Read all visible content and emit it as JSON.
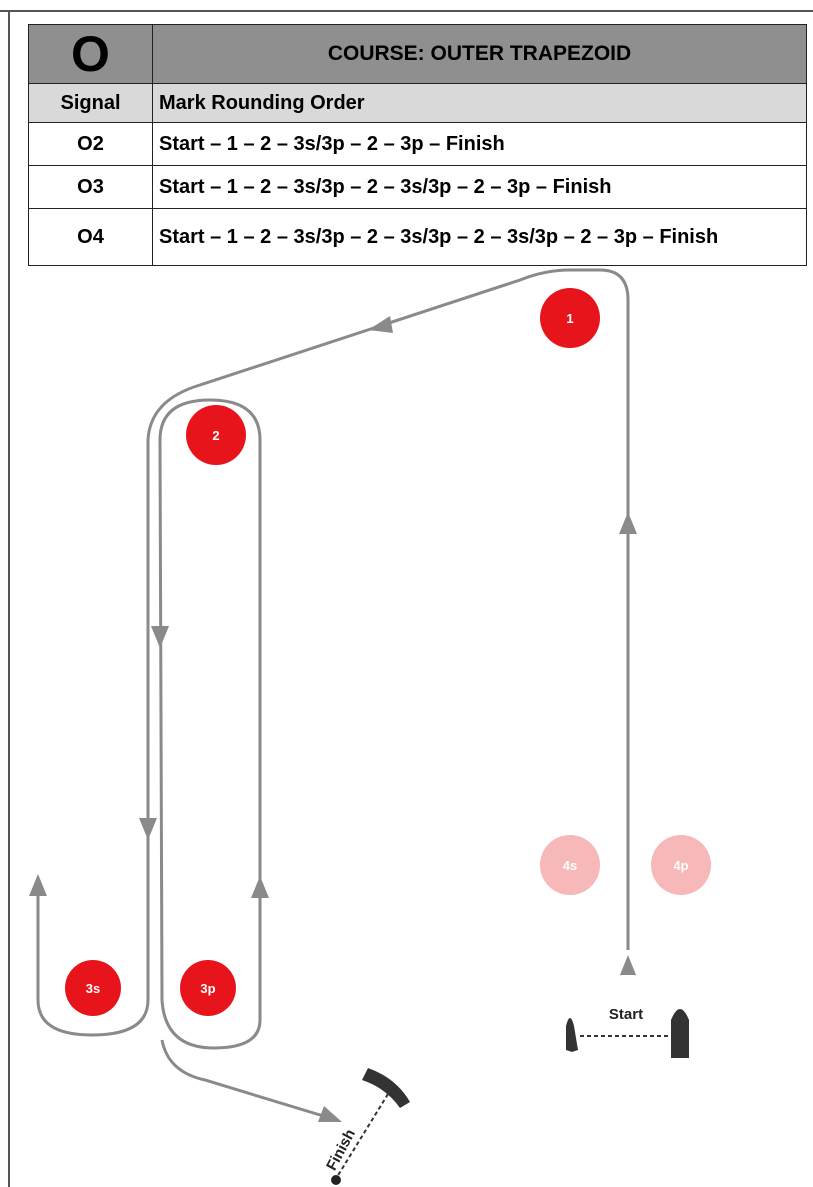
{
  "header": {
    "course_letter": "O",
    "course_title": "COURSE: OUTER TRAPEZOID"
  },
  "table": {
    "columns": [
      "Signal",
      "Mark Rounding Order"
    ],
    "rows": [
      {
        "signal": "O2",
        "order": "Start – 1 – 2 – 3s/3p – 2 – 3p – Finish"
      },
      {
        "signal": "O3",
        "order": "Start – 1 – 2 – 3s/3p – 2 – 3s/3p – 2 – 3p – Finish"
      },
      {
        "signal": "O4",
        "order": "Start – 1 – 2 – 3s/3p – 2 – 3s/3p – 2 – 3s/3p – 2 – 3p – Finish"
      }
    ]
  },
  "diagram": {
    "marks": [
      {
        "id": "1",
        "label": "1",
        "color": "#e8141b"
      },
      {
        "id": "2",
        "label": "2",
        "color": "#e8141b"
      },
      {
        "id": "3s",
        "label": "3s",
        "color": "#e8141b"
      },
      {
        "id": "3p",
        "label": "3p",
        "color": "#e8141b"
      },
      {
        "id": "4s",
        "label": "4s",
        "color": "#f6b8b8"
      },
      {
        "id": "4p",
        "label": "4p",
        "color": "#f6b8b8"
      }
    ],
    "start_label": "Start",
    "finish_label": "Finish",
    "course_line_color": "#8a8a8a",
    "boat_color": "#333333"
  }
}
